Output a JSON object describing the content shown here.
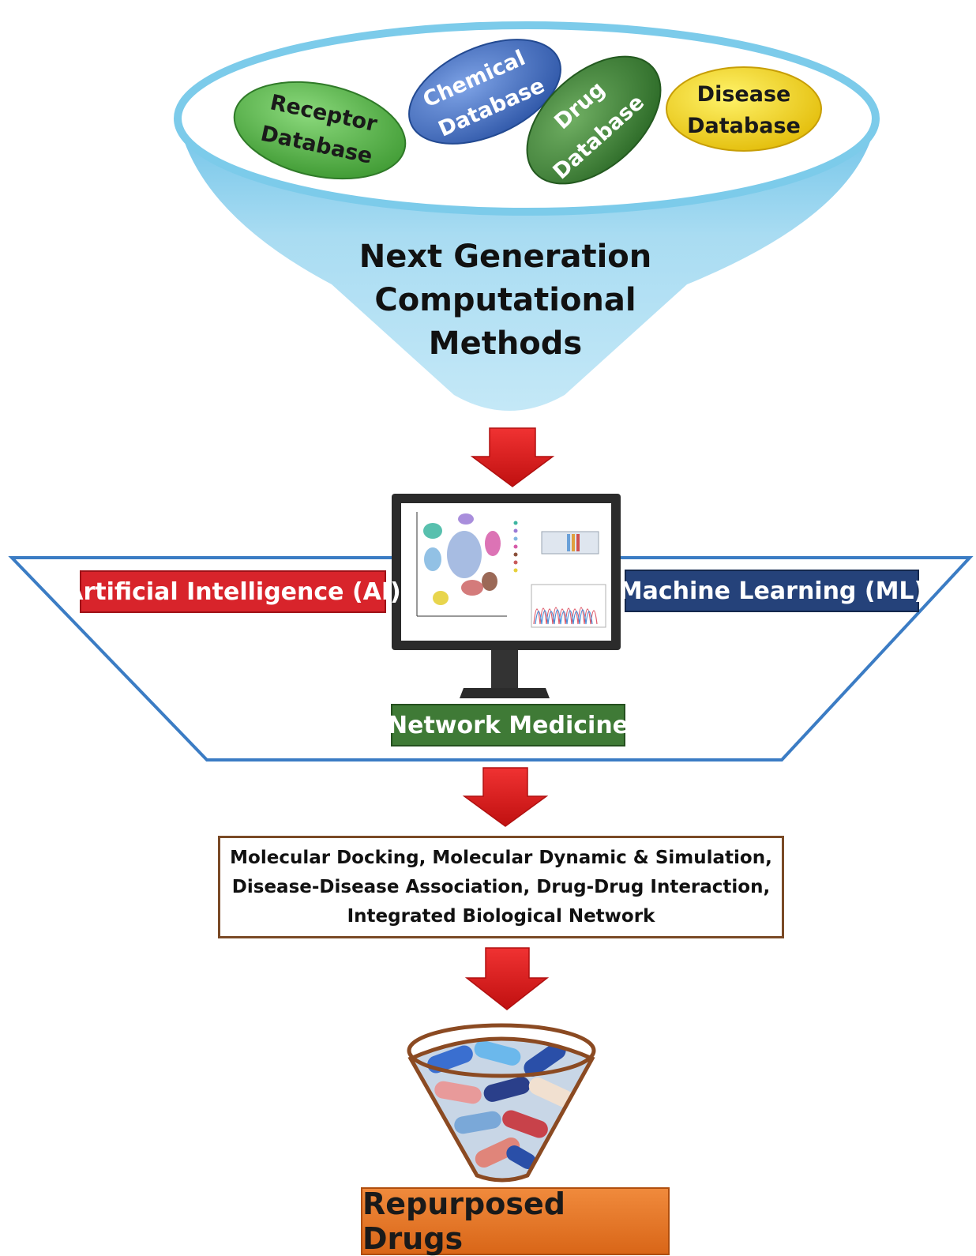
{
  "databases": [
    {
      "label_line1": "Receptor",
      "label_line2": "Database",
      "color": "#5db84e"
    },
    {
      "label_line1": "Chemical",
      "label_line2": "Database",
      "color": "#4a74c4"
    },
    {
      "label_line1": "Drug",
      "label_line2": "Database",
      "color": "#3f8a3a"
    },
    {
      "label_line1": "Disease",
      "label_line2": "Database",
      "color": "#f2d21f"
    }
  ],
  "funnel": {
    "title_lines": [
      "Next Generation",
      "Computational",
      "Methods"
    ]
  },
  "techniques": {
    "ai": "Artificial Intelligence (AI)",
    "ml": "Machine Learning (ML)",
    "network": "Network Medicine"
  },
  "methods_box": {
    "lines": [
      "Molecular Docking, Molecular Dynamic & Simulation,",
      "Disease-Disease Association, Drug-Drug Interaction,",
      "Integrated Biological Network"
    ]
  },
  "result": {
    "label": "Repurposed Drugs"
  },
  "colors": {
    "funnel_fill": "#a9dcf2",
    "funnel_rim": "#7ccbea",
    "arrow": "#e01b1b",
    "ai_box": "#d8242b",
    "ml_box": "#25427a",
    "network_box": "#3f7a36",
    "trapezoid_outline": "#3b7cc4",
    "methods_border": "#7a4a26",
    "result_box": "#e5742a"
  }
}
